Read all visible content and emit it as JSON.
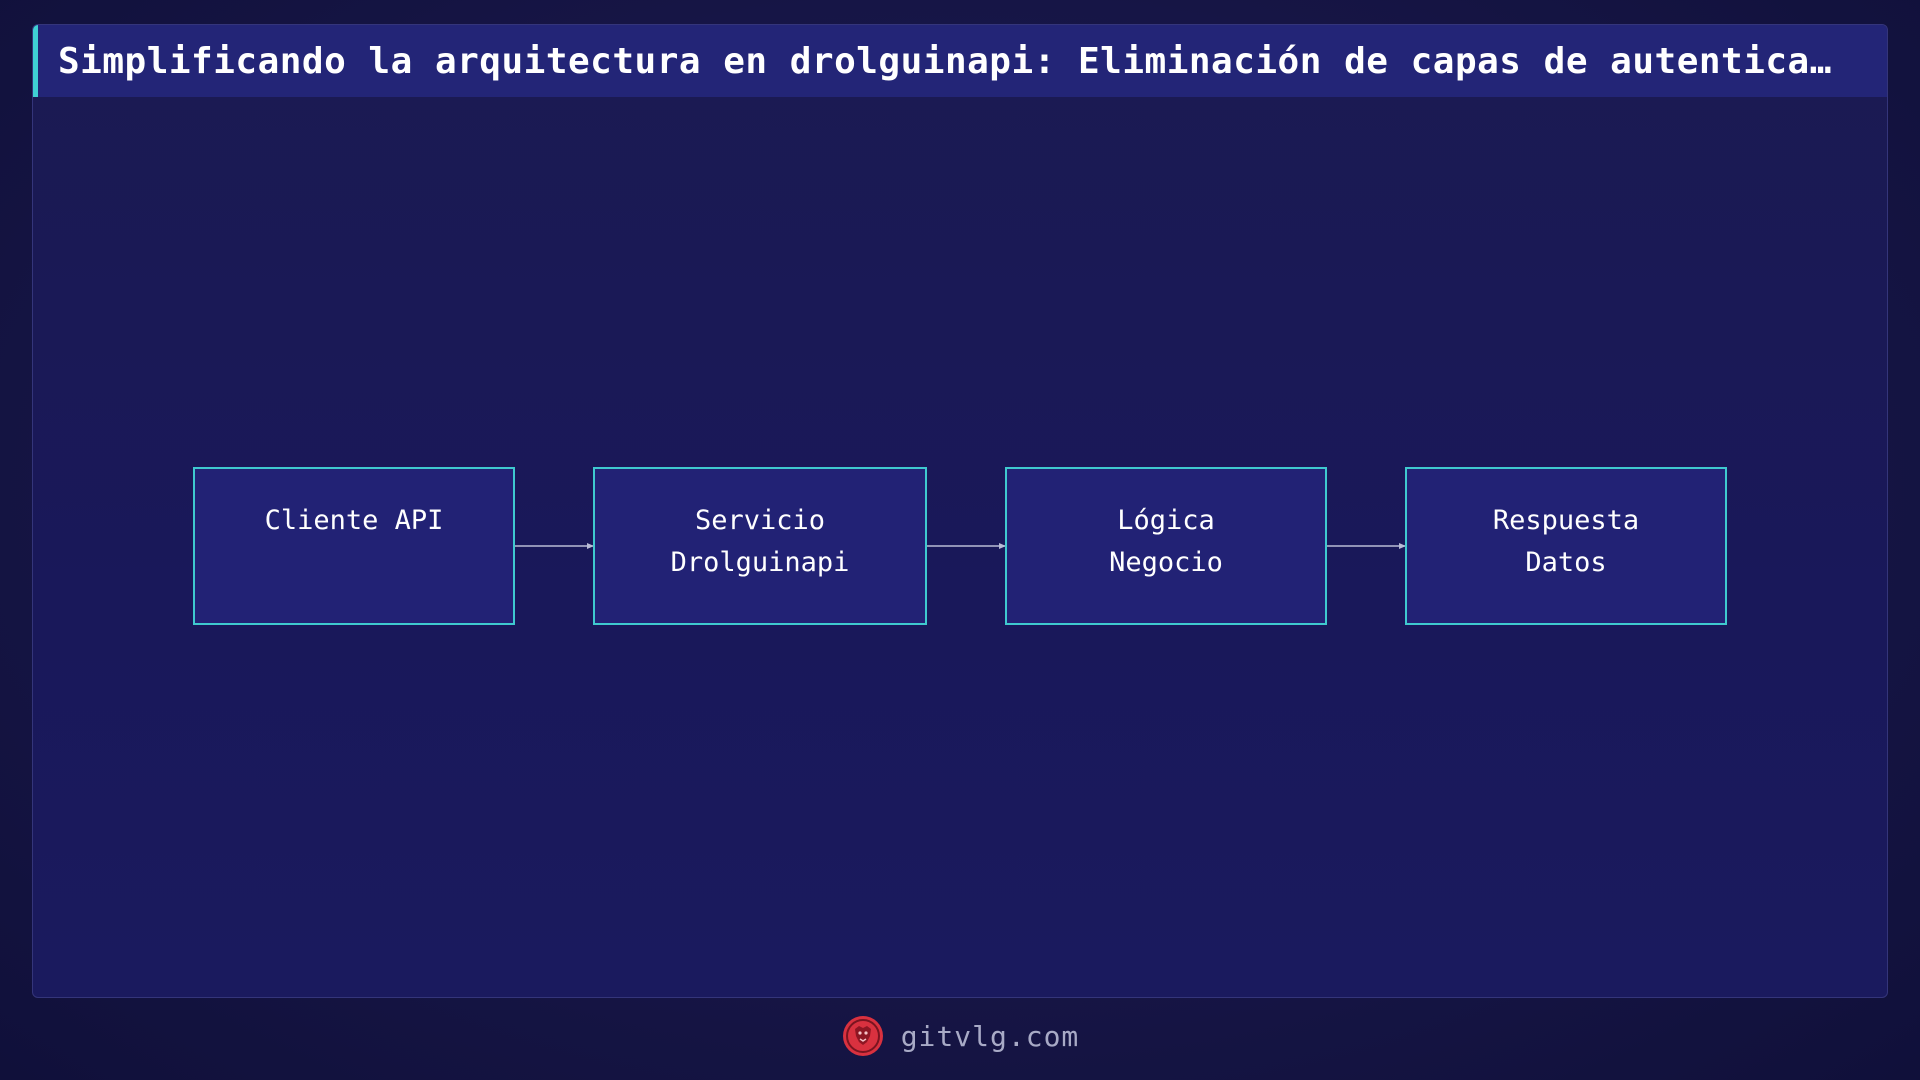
{
  "header": {
    "title": "Simplificando la arquitectura en drolguinapi: Eliminación de capas de autentica…"
  },
  "diagram": {
    "nodes": [
      {
        "lines": [
          "Cliente API"
        ]
      },
      {
        "lines": [
          "Servicio",
          "Drolguinapi"
        ]
      },
      {
        "lines": [
          "Lógica",
          "Negocio"
        ]
      },
      {
        "lines": [
          "Respuesta",
          "Datos"
        ]
      }
    ],
    "edges": [
      {
        "from": 0,
        "to": 1
      },
      {
        "from": 1,
        "to": 2
      },
      {
        "from": 2,
        "to": 3
      }
    ]
  },
  "footer": {
    "site": "gitvlg.com",
    "logo_icon": "lion-head-icon"
  },
  "colors": {
    "accent": "#3fd0d4",
    "node_fill": "#222275",
    "logo": "#d9313f"
  }
}
